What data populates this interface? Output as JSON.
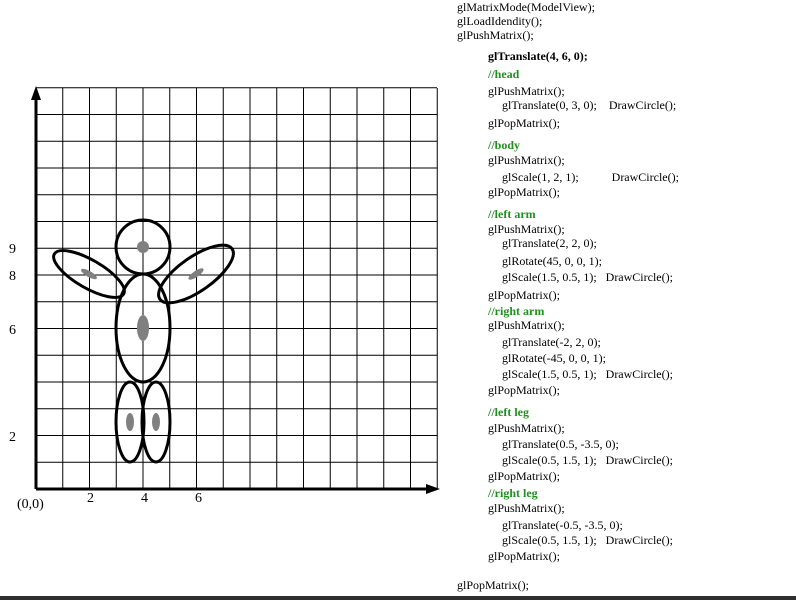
{
  "diagram": {
    "origin_label": "(0,0)",
    "x_ticks": [
      "2",
      "4",
      "6"
    ],
    "y_ticks": [
      "9",
      "8",
      "6",
      "2"
    ]
  },
  "code": [
    {
      "text": "glMatrixMode(ModelView);",
      "style": "plain"
    },
    {
      "text": "glLoadIdendity();",
      "style": "plain"
    },
    {
      "text": "glPushMatrix();",
      "style": "plain"
    },
    {
      "text": "glTranslate(4, 6, 0);",
      "style": "bold"
    },
    {
      "text": "//head",
      "style": "comment"
    },
    {
      "text": "glPushMatrix();",
      "style": "plain"
    },
    {
      "text": "glTranslate(0, 3, 0);    DrawCircle();",
      "style": "plain"
    },
    {
      "text": "glPopMatrix();",
      "style": "plain"
    },
    {
      "text": "//body",
      "style": "comment"
    },
    {
      "text": "glPushMatrix();",
      "style": "plain"
    },
    {
      "text": "glScale(1, 2, 1);           DrawCircle();",
      "style": "plain"
    },
    {
      "text": "glPopMatrix();",
      "style": "plain"
    },
    {
      "text": "//left arm",
      "style": "comment"
    },
    {
      "text": "glPushMatrix();",
      "style": "plain"
    },
    {
      "text": "glTranslate(2, 2, 0);",
      "style": "plain"
    },
    {
      "text": "glRotate(45, 0, 0, 1);",
      "style": "plain"
    },
    {
      "text": "glScale(1.5, 0.5, 1);   DrawCircle();",
      "style": "plain"
    },
    {
      "text": "glPopMatrix();",
      "style": "plain"
    },
    {
      "text": "//right arm",
      "style": "comment"
    },
    {
      "text": "glPushMatrix();",
      "style": "plain"
    },
    {
      "text": "glTranslate(-2, 2, 0);",
      "style": "plain"
    },
    {
      "text": "glRotate(-45, 0, 0, 1);",
      "style": "plain"
    },
    {
      "text": "glScale(1.5, 0.5, 1);   DrawCircle();",
      "style": "plain"
    },
    {
      "text": "glPopMatrix();",
      "style": "plain"
    },
    {
      "text": "//left leg",
      "style": "comment"
    },
    {
      "text": "glPushMatrix();",
      "style": "plain"
    },
    {
      "text": "glTranslate(0.5, -3.5, 0);",
      "style": "plain"
    },
    {
      "text": "glScale(0.5, 1.5, 1);   DrawCircle();",
      "style": "plain"
    },
    {
      "text": "glPopMatrix();",
      "style": "plain"
    },
    {
      "text": "//right leg",
      "style": "comment"
    },
    {
      "text": "glPushMatrix();",
      "style": "plain"
    },
    {
      "text": "glTranslate(-0.5, -3.5, 0);",
      "style": "plain"
    },
    {
      "text": "glScale(0.5, 1.5, 1);   DrawCircle();",
      "style": "plain"
    },
    {
      "text": "glPopMatrix();",
      "style": "plain"
    },
    {
      "text": "glPopMatrix();",
      "style": "plain"
    }
  ],
  "colors": {
    "comment": "#1f8f1f",
    "grid": "#000000",
    "fill_marks": "#808080",
    "bottom_bar": "#303030"
  }
}
